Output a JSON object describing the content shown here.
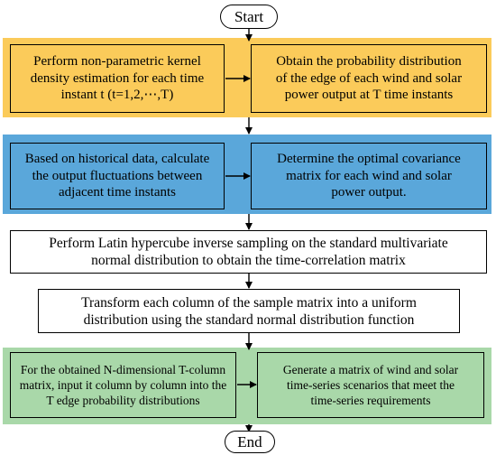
{
  "colors": {
    "band1": "#fbcb5a",
    "band2": "#5aa7da",
    "band3": "#a9d8a9",
    "box1": "#fbcb5a",
    "box2": "#5aa7da",
    "box3": "#a9d8a9",
    "line": "#000000"
  },
  "start": "Start",
  "end": "End",
  "step1": {
    "left": [
      "Perform non-parametric kernel",
      "density estimation for each time",
      "instant t (t=1,2,⋯,T)"
    ],
    "right": [
      "Obtain the probability distribution",
      "of the edge of each wind and solar",
      "power output at T time instants"
    ]
  },
  "step2": {
    "left": [
      "Based on historical data, calculate",
      "the output fluctuations between",
      "adjacent time instants"
    ],
    "right": [
      "Determine the optimal covariance",
      "matrix for each wind and solar",
      "power output."
    ]
  },
  "step3": [
    "Perform Latin hypercube inverse sampling on the standard multivariate",
    "normal distribution to obtain the time-correlation matrix"
  ],
  "step4": [
    "Transform each column of the sample matrix into a uniform",
    "distribution using the standard normal distribution function"
  ],
  "step5": {
    "left": [
      "For the obtained N-dimensional T-column",
      "matrix, input it column by column into the",
      "T edge probability distributions"
    ],
    "right": [
      "Generate a matrix of wind and solar",
      "time-series scenarios that meet the",
      "time-series requirements"
    ]
  }
}
